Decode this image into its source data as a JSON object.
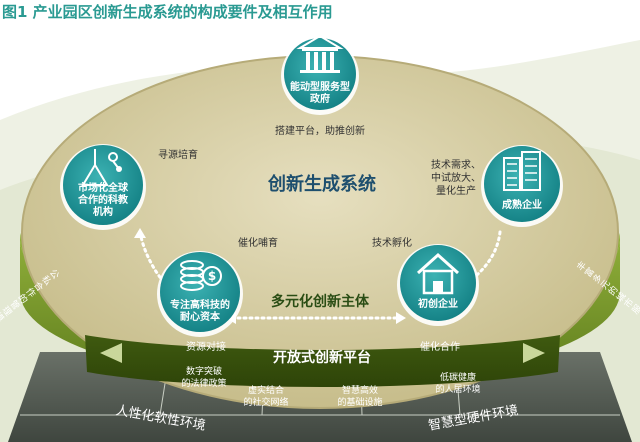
{
  "title": "图1 产业园区创新生成系统的构成要件及相互作用",
  "center_title": "创新生成系统",
  "subject": "多元化创新主体",
  "platform": "开放式创新平台",
  "nodes": [
    {
      "label1": "能动型服务型",
      "label2": "政府",
      "icon": "government-building-icon"
    },
    {
      "label1": "市场化全球",
      "label2": "合作的科教",
      "label3": "机构",
      "icon": "science-flask-icon"
    },
    {
      "label1": "成熟企业",
      "icon": "office-buildings-icon"
    },
    {
      "label1": "专注高科技的",
      "label2": "耐心资本",
      "icon": "coins-dollar-icon"
    },
    {
      "label1": "初创企业",
      "icon": "house-icon"
    }
  ],
  "arrow_labels": {
    "gov": "搭建平台，助推创新",
    "source": "寻源培育",
    "tech1": "技术需求、",
    "tech2": "中试放大、",
    "tech3": "量化生产",
    "incubate": "催化哺育",
    "transfer": "技术孵化",
    "docking": "资源对接",
    "catalysis": "催化合作"
  },
  "soft": {
    "title": "人性化软性环境",
    "items": [
      "公私合作的管理模式",
      "数字突破的法律政策",
      "虚实结合的社交网络"
    ]
  },
  "hard": {
    "title": "智慧型硬件环境",
    "items": [
      "智慧高效的基础设施",
      "低碳健康的人居环境",
      "丰富多元的城市服务"
    ]
  },
  "colors": {
    "title": "#2a9a92",
    "teal": "#1b8f92",
    "disc_top": "#d6ceaa",
    "disc_edge": "#b9ad7a",
    "green_band": "#7d9a2c",
    "green_dark": "#4e6a18",
    "pillar": "#555e57",
    "bg_wave": "#dfe4cf"
  }
}
